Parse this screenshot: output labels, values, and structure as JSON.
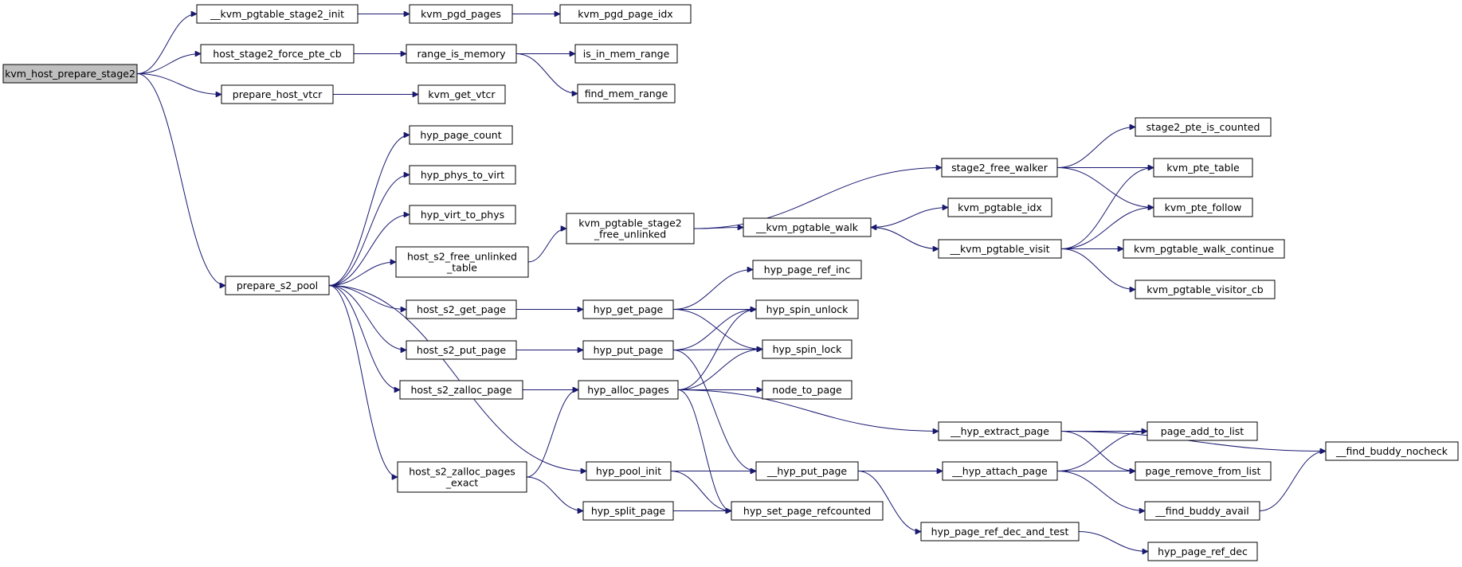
{
  "graph": {
    "root": "kvm_host_prepare_stage2",
    "colors": {
      "edge": "#191970",
      "root_fill": "#bfbfbf",
      "node_fill": "#ffffff",
      "node_border": "#000000"
    },
    "nodes": [
      {
        "id": "kvm_host_prepare_stage2",
        "label": [
          "kvm_host_prepare_stage2"
        ]
      },
      {
        "id": "__kvm_pgtable_stage2_init",
        "label": [
          "__kvm_pgtable_stage2_init"
        ]
      },
      {
        "id": "kvm_pgd_pages",
        "label": [
          "kvm_pgd_pages"
        ]
      },
      {
        "id": "kvm_pgd_page_idx",
        "label": [
          "kvm_pgd_page_idx"
        ]
      },
      {
        "id": "host_stage2_force_pte_cb",
        "label": [
          "host_stage2_force_pte_cb"
        ]
      },
      {
        "id": "range_is_memory",
        "label": [
          "range_is_memory"
        ]
      },
      {
        "id": "is_in_mem_range",
        "label": [
          "is_in_mem_range"
        ]
      },
      {
        "id": "find_mem_range",
        "label": [
          "find_mem_range"
        ]
      },
      {
        "id": "prepare_host_vtcr",
        "label": [
          "prepare_host_vtcr"
        ]
      },
      {
        "id": "kvm_get_vtcr",
        "label": [
          "kvm_get_vtcr"
        ]
      },
      {
        "id": "prepare_s2_pool",
        "label": [
          "prepare_s2_pool"
        ]
      },
      {
        "id": "hyp_page_count",
        "label": [
          "hyp_page_count"
        ]
      },
      {
        "id": "hyp_phys_to_virt",
        "label": [
          "hyp_phys_to_virt"
        ]
      },
      {
        "id": "hyp_virt_to_phys",
        "label": [
          "hyp_virt_to_phys"
        ]
      },
      {
        "id": "host_s2_free_unlinked_table",
        "label": [
          "host_s2_free_unlinked",
          "_table"
        ]
      },
      {
        "id": "kvm_pgtable_stage2_free_unlinked",
        "label": [
          "kvm_pgtable_stage2",
          "_free_unlinked"
        ]
      },
      {
        "id": "stage2_free_walker",
        "label": [
          "stage2_free_walker"
        ]
      },
      {
        "id": "stage2_pte_is_counted",
        "label": [
          "stage2_pte_is_counted"
        ]
      },
      {
        "id": "kvm_pte_table",
        "label": [
          "kvm_pte_table"
        ]
      },
      {
        "id": "kvm_pte_follow",
        "label": [
          "kvm_pte_follow"
        ]
      },
      {
        "id": "__kvm_pgtable_walk",
        "label": [
          "__kvm_pgtable_walk"
        ]
      },
      {
        "id": "kvm_pgtable_idx",
        "label": [
          "kvm_pgtable_idx"
        ]
      },
      {
        "id": "__kvm_pgtable_visit",
        "label": [
          "__kvm_pgtable_visit"
        ]
      },
      {
        "id": "kvm_pgtable_walk_continue",
        "label": [
          "kvm_pgtable_walk_continue"
        ]
      },
      {
        "id": "kvm_pgtable_visitor_cb",
        "label": [
          "kvm_pgtable_visitor_cb"
        ]
      },
      {
        "id": "host_s2_get_page",
        "label": [
          "host_s2_get_page"
        ]
      },
      {
        "id": "hyp_get_page",
        "label": [
          "hyp_get_page"
        ]
      },
      {
        "id": "hyp_page_ref_inc",
        "label": [
          "hyp_page_ref_inc"
        ]
      },
      {
        "id": "hyp_spin_unlock",
        "label": [
          "hyp_spin_unlock"
        ]
      },
      {
        "id": "hyp_spin_lock",
        "label": [
          "hyp_spin_lock"
        ]
      },
      {
        "id": "host_s2_put_page",
        "label": [
          "host_s2_put_page"
        ]
      },
      {
        "id": "hyp_put_page",
        "label": [
          "hyp_put_page"
        ]
      },
      {
        "id": "host_s2_zalloc_page",
        "label": [
          "host_s2_zalloc_page"
        ]
      },
      {
        "id": "hyp_alloc_pages",
        "label": [
          "hyp_alloc_pages"
        ]
      },
      {
        "id": "node_to_page",
        "label": [
          "node_to_page"
        ]
      },
      {
        "id": "__hyp_extract_page",
        "label": [
          "__hyp_extract_page"
        ]
      },
      {
        "id": "page_add_to_list",
        "label": [
          "page_add_to_list"
        ]
      },
      {
        "id": "page_remove_from_list",
        "label": [
          "page_remove_from_list"
        ]
      },
      {
        "id": "__find_buddy_nocheck",
        "label": [
          "__find_buddy_nocheck"
        ]
      },
      {
        "id": "host_s2_zalloc_pages_exact",
        "label": [
          "host_s2_zalloc_pages",
          "_exact"
        ]
      },
      {
        "id": "hyp_pool_init",
        "label": [
          "hyp_pool_init"
        ]
      },
      {
        "id": "__hyp_put_page",
        "label": [
          "__hyp_put_page"
        ]
      },
      {
        "id": "__hyp_attach_page",
        "label": [
          "__hyp_attach_page"
        ]
      },
      {
        "id": "__find_buddy_avail",
        "label": [
          "__find_buddy_avail"
        ]
      },
      {
        "id": "hyp_split_page",
        "label": [
          "hyp_split_page"
        ]
      },
      {
        "id": "hyp_set_page_refcounted",
        "label": [
          "hyp_set_page_refcounted"
        ]
      },
      {
        "id": "hyp_page_ref_dec_and_test",
        "label": [
          "hyp_page_ref_dec_and_test"
        ]
      },
      {
        "id": "hyp_page_ref_dec",
        "label": [
          "hyp_page_ref_dec"
        ]
      }
    ],
    "edges": [
      [
        "kvm_host_prepare_stage2",
        "__kvm_pgtable_stage2_init"
      ],
      [
        "kvm_host_prepare_stage2",
        "host_stage2_force_pte_cb"
      ],
      [
        "kvm_host_prepare_stage2",
        "prepare_host_vtcr"
      ],
      [
        "kvm_host_prepare_stage2",
        "prepare_s2_pool"
      ],
      [
        "__kvm_pgtable_stage2_init",
        "kvm_pgd_pages"
      ],
      [
        "kvm_pgd_pages",
        "kvm_pgd_page_idx"
      ],
      [
        "host_stage2_force_pte_cb",
        "range_is_memory"
      ],
      [
        "range_is_memory",
        "is_in_mem_range"
      ],
      [
        "range_is_memory",
        "find_mem_range"
      ],
      [
        "prepare_host_vtcr",
        "kvm_get_vtcr"
      ],
      [
        "prepare_s2_pool",
        "hyp_page_count"
      ],
      [
        "prepare_s2_pool",
        "hyp_phys_to_virt"
      ],
      [
        "prepare_s2_pool",
        "hyp_virt_to_phys"
      ],
      [
        "prepare_s2_pool",
        "host_s2_free_unlinked_table"
      ],
      [
        "prepare_s2_pool",
        "host_s2_get_page"
      ],
      [
        "prepare_s2_pool",
        "host_s2_put_page"
      ],
      [
        "prepare_s2_pool",
        "host_s2_zalloc_page"
      ],
      [
        "prepare_s2_pool",
        "hyp_pool_init"
      ],
      [
        "prepare_s2_pool",
        "host_s2_zalloc_pages_exact"
      ],
      [
        "host_s2_free_unlinked_table",
        "kvm_pgtable_stage2_free_unlinked"
      ],
      [
        "kvm_pgtable_stage2_free_unlinked",
        "stage2_free_walker"
      ],
      [
        "kvm_pgtable_stage2_free_unlinked",
        "__kvm_pgtable_walk"
      ],
      [
        "stage2_free_walker",
        "stage2_pte_is_counted"
      ],
      [
        "stage2_free_walker",
        "kvm_pte_table"
      ],
      [
        "stage2_free_walker",
        "kvm_pte_follow"
      ],
      [
        "__kvm_pgtable_walk",
        "kvm_pgtable_idx"
      ],
      [
        "__kvm_pgtable_walk",
        "__kvm_pgtable_visit"
      ],
      [
        "__kvm_pgtable_visit",
        "__kvm_pgtable_walk"
      ],
      [
        "__kvm_pgtable_visit",
        "kvm_pte_table"
      ],
      [
        "__kvm_pgtable_visit",
        "kvm_pte_follow"
      ],
      [
        "__kvm_pgtable_visit",
        "kvm_pgtable_walk_continue"
      ],
      [
        "__kvm_pgtable_visit",
        "kvm_pgtable_visitor_cb"
      ],
      [
        "host_s2_get_page",
        "hyp_get_page"
      ],
      [
        "hyp_get_page",
        "hyp_page_ref_inc"
      ],
      [
        "hyp_get_page",
        "hyp_spin_unlock"
      ],
      [
        "hyp_get_page",
        "hyp_spin_lock"
      ],
      [
        "host_s2_put_page",
        "hyp_put_page"
      ],
      [
        "hyp_put_page",
        "hyp_spin_unlock"
      ],
      [
        "hyp_put_page",
        "hyp_spin_lock"
      ],
      [
        "hyp_put_page",
        "__hyp_put_page"
      ],
      [
        "host_s2_zalloc_page",
        "hyp_alloc_pages"
      ],
      [
        "hyp_alloc_pages",
        "hyp_spin_unlock"
      ],
      [
        "hyp_alloc_pages",
        "hyp_spin_lock"
      ],
      [
        "hyp_alloc_pages",
        "node_to_page"
      ],
      [
        "hyp_alloc_pages",
        "__hyp_extract_page"
      ],
      [
        "hyp_alloc_pages",
        "hyp_set_page_refcounted"
      ],
      [
        "__hyp_extract_page",
        "page_add_to_list"
      ],
      [
        "__hyp_extract_page",
        "page_remove_from_list"
      ],
      [
        "__hyp_extract_page",
        "__find_buddy_nocheck"
      ],
      [
        "host_s2_zalloc_pages_exact",
        "hyp_alloc_pages"
      ],
      [
        "host_s2_zalloc_pages_exact",
        "hyp_split_page"
      ],
      [
        "hyp_pool_init",
        "__hyp_put_page"
      ],
      [
        "hyp_pool_init",
        "hyp_set_page_refcounted"
      ],
      [
        "__hyp_put_page",
        "__hyp_attach_page"
      ],
      [
        "__hyp_put_page",
        "hyp_page_ref_dec_and_test"
      ],
      [
        "__hyp_attach_page",
        "page_add_to_list"
      ],
      [
        "__hyp_attach_page",
        "page_remove_from_list"
      ],
      [
        "__hyp_attach_page",
        "__find_buddy_avail"
      ],
      [
        "__find_buddy_avail",
        "__find_buddy_nocheck"
      ],
      [
        "hyp_split_page",
        "hyp_set_page_refcounted"
      ],
      [
        "hyp_page_ref_dec_and_test",
        "hyp_page_ref_dec"
      ]
    ]
  }
}
